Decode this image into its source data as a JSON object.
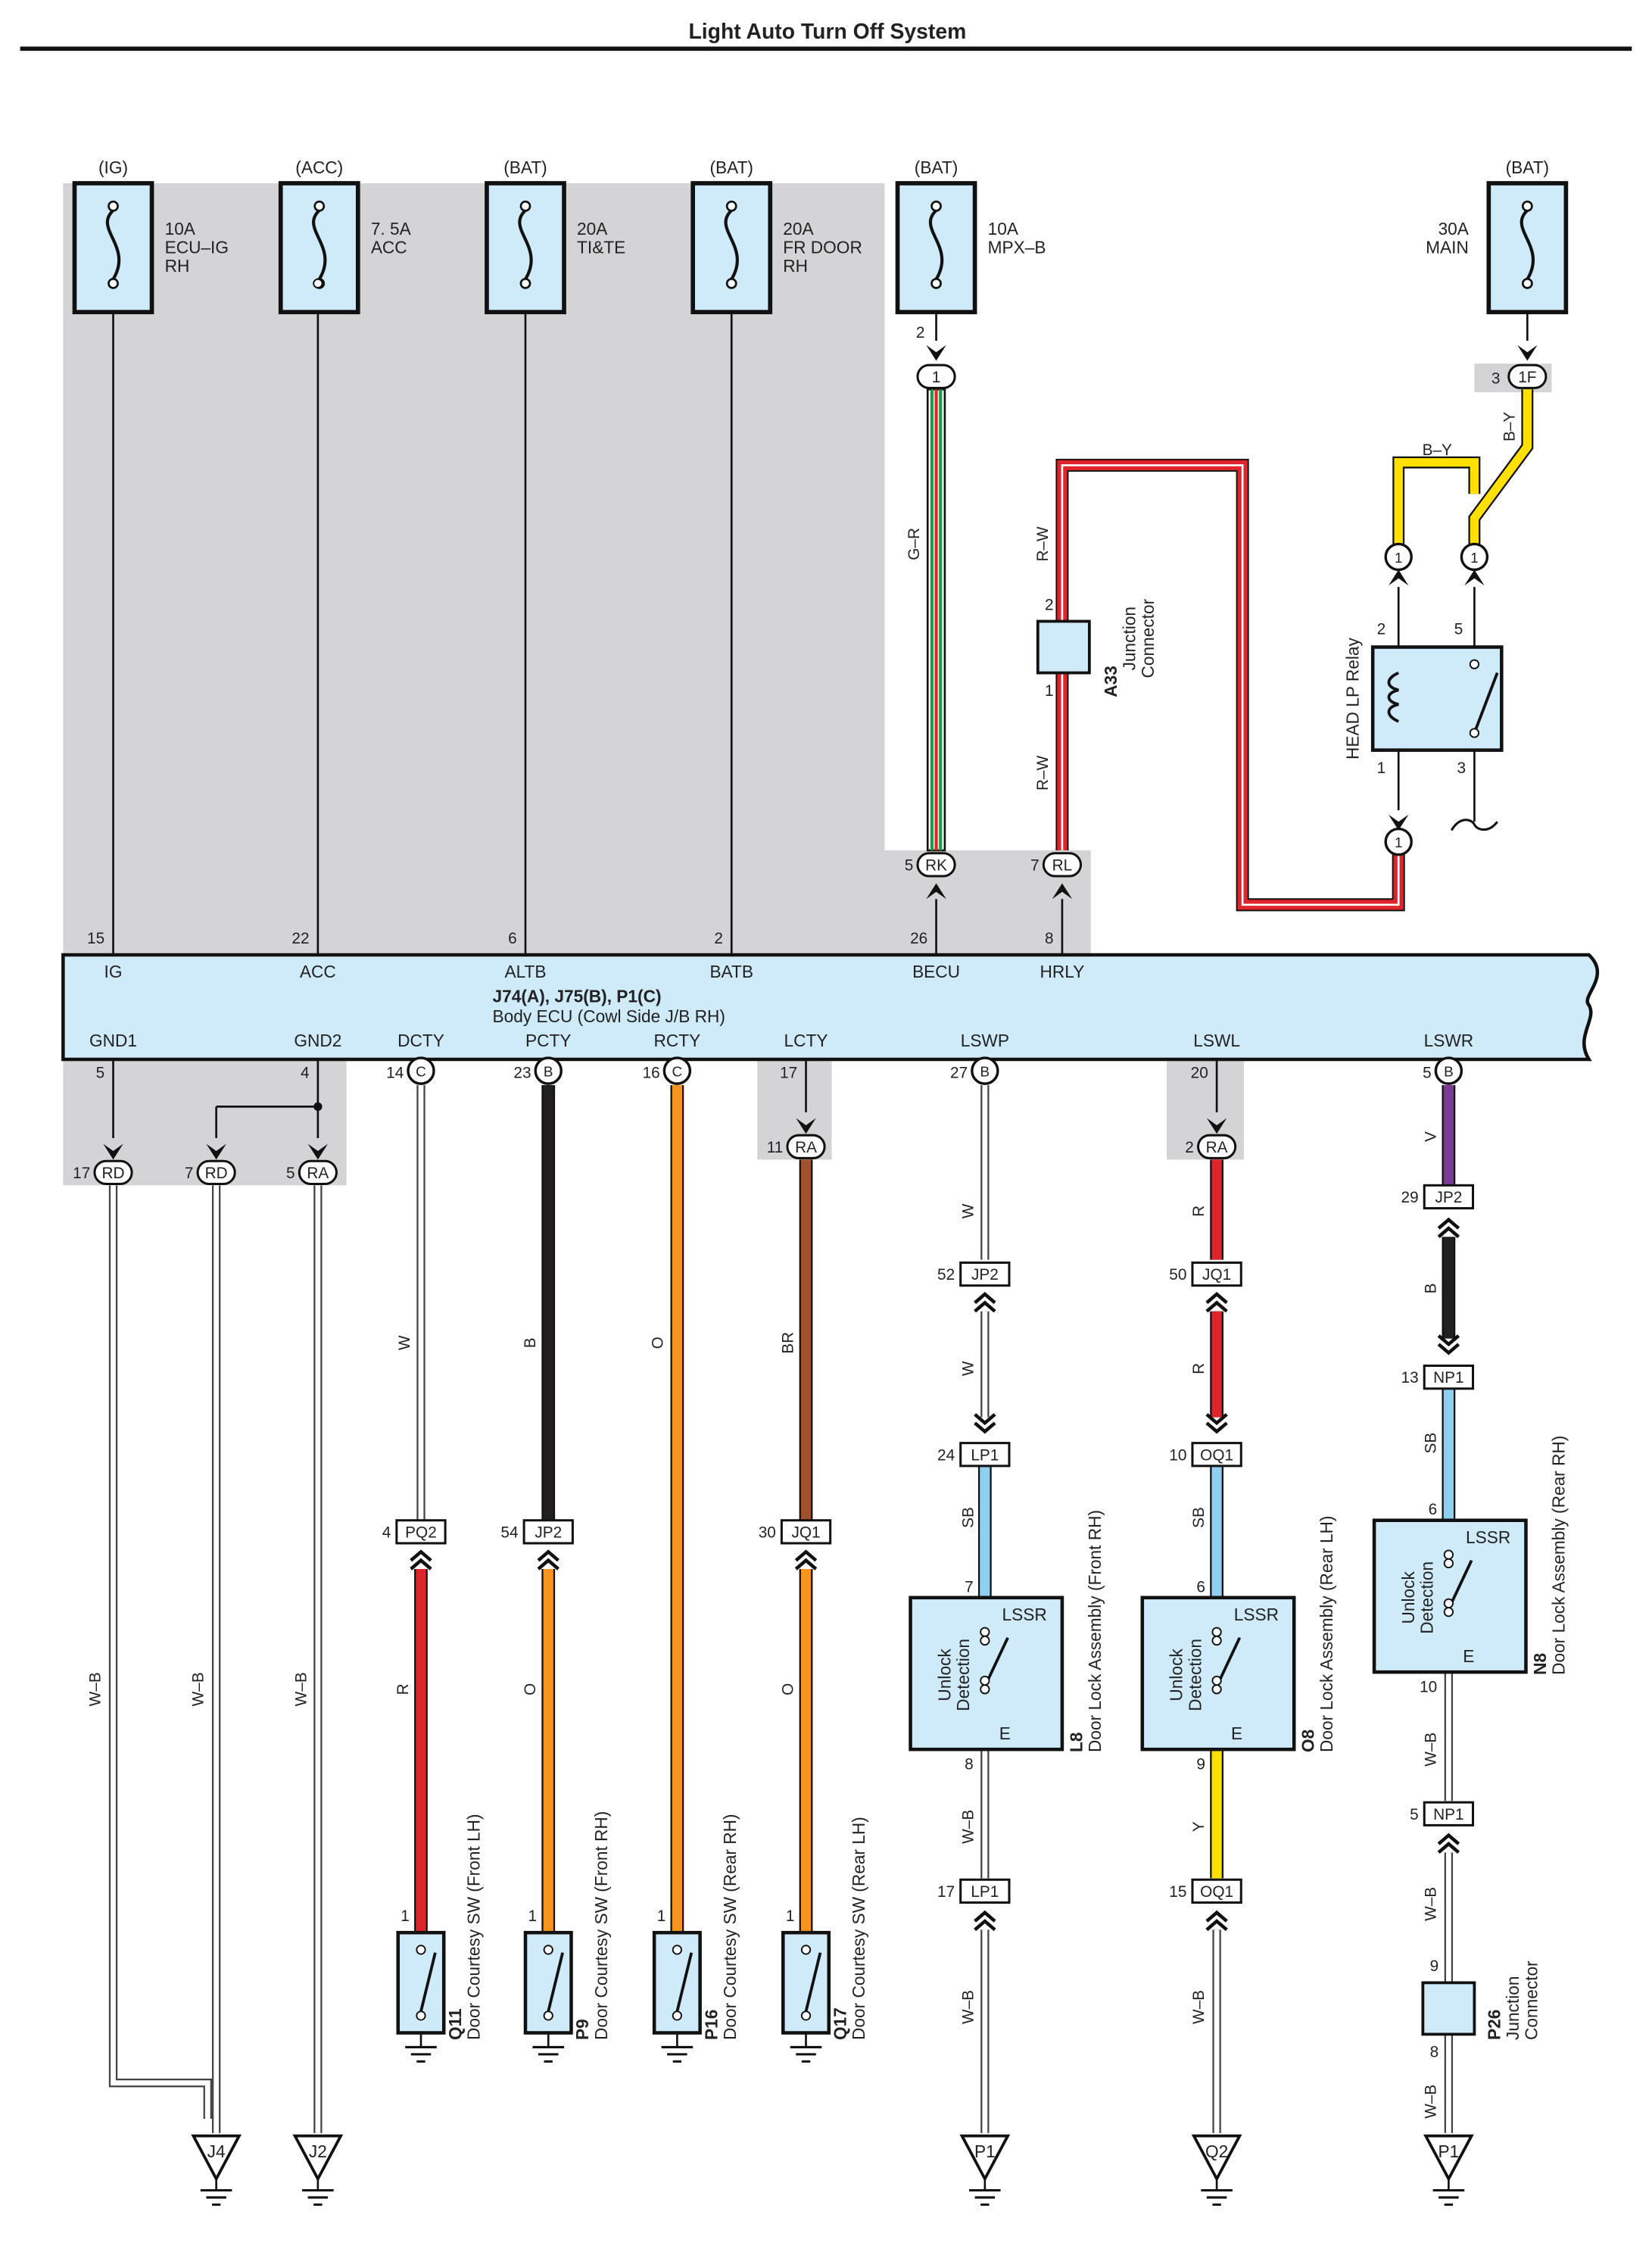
{
  "title": "Light Auto Turn Off System",
  "colors": {
    "ecu_fill": "#cfeaf8",
    "shade": "#d4d4d6",
    "wire_red": "#e0242b",
    "wire_orange": "#f7941d",
    "wire_brown": "#a0522d",
    "wire_black": "#231f20",
    "wire_purple": "#7a3b97",
    "wire_skyblue": "#8fd0f0",
    "wire_yellow": "#ffe000",
    "wire_green": "#1a9b48"
  },
  "fuses": [
    {
      "source": "(IG)",
      "lines": [
        "10A",
        "ECU–IG",
        "RH"
      ]
    },
    {
      "source": "(ACC)",
      "lines": [
        "7. 5A",
        "ACC"
      ]
    },
    {
      "source": "(BAT)",
      "lines": [
        "20A",
        "TI&TE"
      ]
    },
    {
      "source": "(BAT)",
      "lines": [
        "20A",
        "FR DOOR",
        "RH"
      ]
    },
    {
      "source": "(BAT)",
      "lines": [
        "10A",
        "MPX–B"
      ]
    },
    {
      "source": "(BAT)",
      "lines": [
        "30A",
        "MAIN"
      ]
    }
  ],
  "ecu": {
    "name_line1": "J74(A), J75(B), P1(C)",
    "name_line2": "Body ECU (Cowl Side J/B RH)",
    "top_pins": [
      {
        "label": "IG",
        "pin": "15"
      },
      {
        "label": "ACC",
        "pin": "22"
      },
      {
        "label": "ALTB",
        "pin": "6"
      },
      {
        "label": "BATB",
        "pin": "2"
      },
      {
        "label": "BECU",
        "pin": "26"
      },
      {
        "label": "HRLY",
        "pin": "8"
      }
    ],
    "bottom_pins": [
      {
        "label": "GND1",
        "pin": "5",
        "conn": ""
      },
      {
        "label": "GND2",
        "pin": "4",
        "conn": ""
      },
      {
        "label": "DCTY",
        "pin": "14",
        "conn": "C"
      },
      {
        "label": "PCTY",
        "pin": "23",
        "conn": "B"
      },
      {
        "label": "RCTY",
        "pin": "16",
        "conn": "C"
      },
      {
        "label": "LCTY",
        "pin": "17",
        "conn": ""
      },
      {
        "label": "LSWP",
        "pin": "27",
        "conn": "B"
      },
      {
        "label": "LSWL",
        "pin": "20",
        "conn": ""
      },
      {
        "label": "LSWR",
        "pin": "5",
        "conn": "B"
      }
    ]
  },
  "connectors": {
    "mpx_pin": "2",
    "mpx_conn": "1",
    "main_pin": "3",
    "main_conn": "1F",
    "rk": {
      "pin": "5",
      "name": "RK"
    },
    "rl": {
      "pin": "7",
      "name": "RL"
    },
    "rd17": {
      "pin": "17",
      "name": "RD"
    },
    "rd7": {
      "pin": "7",
      "name": "RD"
    },
    "ra5": {
      "pin": "5",
      "name": "RA"
    },
    "ra11": {
      "pin": "11",
      "name": "RA"
    },
    "ra2": {
      "pin": "2",
      "name": "RA"
    },
    "relay_conn": "1"
  },
  "a33": {
    "id": "A33",
    "name_lines": [
      "Junction",
      "Connector"
    ],
    "pin_top": "2",
    "pin_bottom": "1"
  },
  "relay": {
    "name": "HEAD LP Relay",
    "pins": [
      "2",
      "5",
      "1",
      "3"
    ]
  },
  "wire_labels": {
    "gr": "G–R",
    "rw": "R–W",
    "by": "B–Y",
    "wb": "W–B",
    "w": "W",
    "b": "B",
    "o": "O",
    "br": "BR",
    "r": "R",
    "v": "V",
    "sb": "SB",
    "y": "Y"
  },
  "switches": [
    {
      "id": "Q11",
      "name": "Door Courtesy SW (Front LH)",
      "pin": "1",
      "inline_pin": "4",
      "inline": "PQ2"
    },
    {
      "id": "P9",
      "name": "Door Courtesy SW (Front RH)",
      "pin": "1",
      "inline_pin": "54",
      "inline": "JP2"
    },
    {
      "id": "P16",
      "name": "Door Courtesy SW (Rear RH)",
      "pin": "1",
      "inline_pin": "",
      "inline": ""
    },
    {
      "id": "Q17",
      "name": "Door Courtesy SW (Rear LH)",
      "pin": "1",
      "inline_pin": "30",
      "inline": "JQ1"
    }
  ],
  "door_locks": [
    {
      "id": "L8",
      "name": "Door Lock Assembly (Front RH)",
      "lssr": "LSSR",
      "e": "E",
      "det1": "Unlock",
      "det2": "Detection",
      "pin_in": "7",
      "pin_out": "8",
      "chain": [
        {
          "pin": "52",
          "name": "JP2"
        },
        {
          "pin": "24",
          "name": "LP1"
        }
      ],
      "after": {
        "pin": "17",
        "name": "LP1"
      },
      "ground": "P1"
    },
    {
      "id": "O8",
      "name": "Door Lock Assembly (Rear LH)",
      "lssr": "LSSR",
      "e": "E",
      "det1": "Unlock",
      "det2": "Detection",
      "pin_in": "6",
      "pin_out": "9",
      "chain": [
        {
          "pin": "50",
          "name": "JQ1"
        },
        {
          "pin": "10",
          "name": "OQ1"
        }
      ],
      "after": {
        "pin": "15",
        "name": "OQ1"
      },
      "ground": "Q2"
    },
    {
      "id": "N8",
      "name": "Door Lock Assembly (Rear RH)",
      "lssr": "LSSR",
      "e": "E",
      "det1": "Unlock",
      "det2": "Detection",
      "pin_in": "6",
      "pin_out": "10",
      "chain": [
        {
          "pin": "29",
          "name": "JP2"
        },
        {
          "pin": "13",
          "name": "NP1"
        }
      ],
      "after": {
        "pin": "5",
        "name": "NP1"
      },
      "ground": "P1"
    }
  ],
  "p26": {
    "id": "P26",
    "name_lines": [
      "Junction",
      "Connector"
    ],
    "pin_top": "9",
    "pin_bottom": "8"
  },
  "grounds": [
    "J4",
    "J2"
  ]
}
